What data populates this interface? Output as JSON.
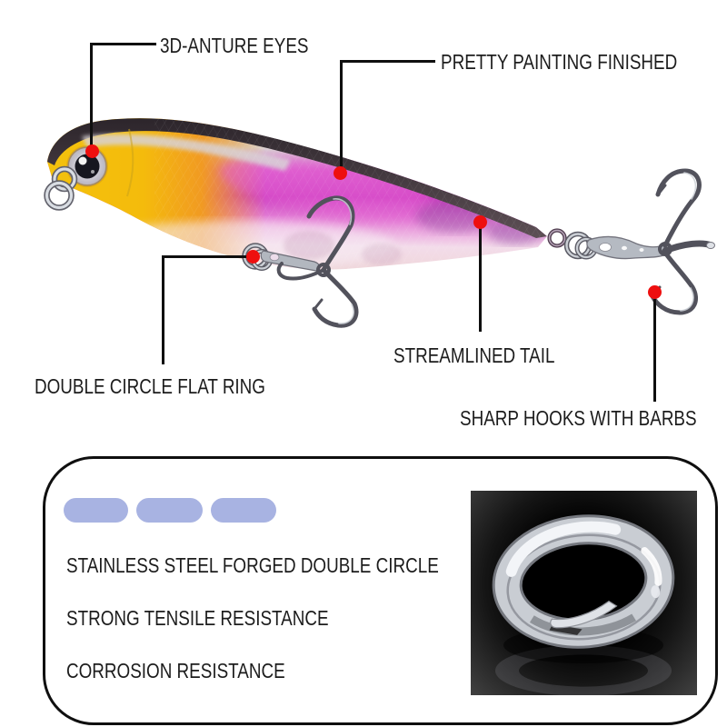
{
  "colors": {
    "marker-red": "#ee0f0f",
    "line-black": "#0f0f0f",
    "label-text": "#1c1c1c",
    "box-border": "#0f0f0f",
    "pill-lavender": "#a8b3e2",
    "lure-magenta": "#cd40c2",
    "lure-yellow": "#f3c30d",
    "photo-background": "#0a0a0a"
  },
  "callouts": [
    {
      "id": "eyes",
      "label": "3D-ANTURE EYES"
    },
    {
      "id": "painting",
      "label": "PRETTY PAINTING FINISHED"
    },
    {
      "id": "flat-ring",
      "label": "DOUBLE CIRCLE FLAT RING"
    },
    {
      "id": "tail",
      "label": "STREAMLINED TAIL"
    },
    {
      "id": "hooks",
      "label": "SHARP HOOKS WITH BARBS"
    }
  ],
  "feature_box": {
    "pill_count": 3,
    "lines": [
      "STAINLESS STEEL FORGED DOUBLE CIRCLE",
      "STRONG TENSILE RESISTANCE",
      "CORROSION RESISTANCE"
    ]
  },
  "illustrations": {
    "lure_alt": "purple and yellow pencil fishing lure with two treble hooks",
    "ring_alt": "stainless steel forged double split ring"
  }
}
